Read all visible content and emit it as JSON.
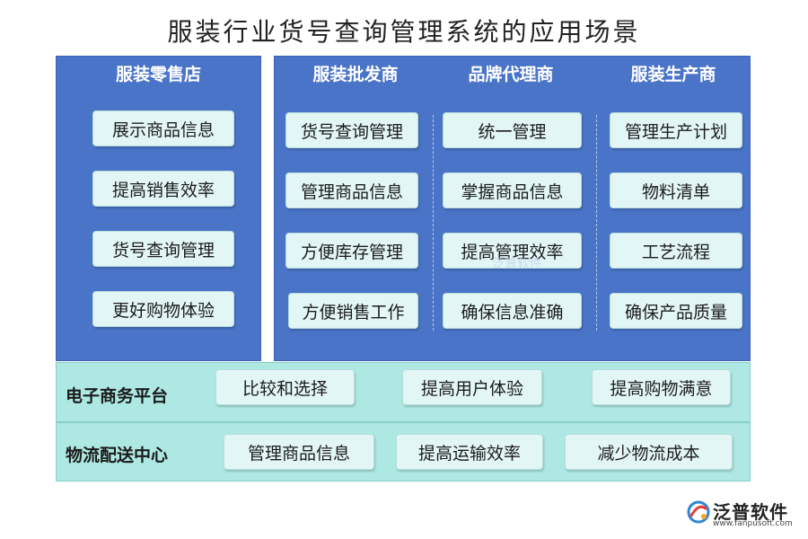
{
  "title": "服装行业货号查询管理系统的应用场景",
  "columns": [
    {
      "name": "服装零售店",
      "items": [
        "展示商品信息",
        "提高销售效率",
        "货号查询管理",
        "更好购物体验"
      ]
    },
    {
      "name": "服装批发商",
      "items": [
        "货号查询管理",
        "管理商品信息",
        "方便库存管理",
        "方便销售工作"
      ]
    },
    {
      "name": "品牌代理商",
      "items": [
        "统一管理",
        "掌握商品信息",
        "提高管理效率",
        "确保信息准确"
      ]
    },
    {
      "name": "服装生产商",
      "items": [
        "管理生产计划",
        "物料清单",
        "工艺流程",
        "确保产品质量"
      ]
    }
  ],
  "bands": [
    {
      "label": "电子商务平台",
      "items": [
        "比较和选择",
        "提高用户体验",
        "提高购物满意"
      ]
    },
    {
      "label": "物流配送中心",
      "items": [
        "管理商品信息",
        "提高运输效率",
        "减少物流成本"
      ]
    }
  ],
  "watermark": "泛普软件",
  "logo": {
    "name": "泛普软件",
    "url": "www.fanpusoft.com",
    "colors": [
      "#e8403c",
      "#2f86d6",
      "#f5a623"
    ]
  }
}
